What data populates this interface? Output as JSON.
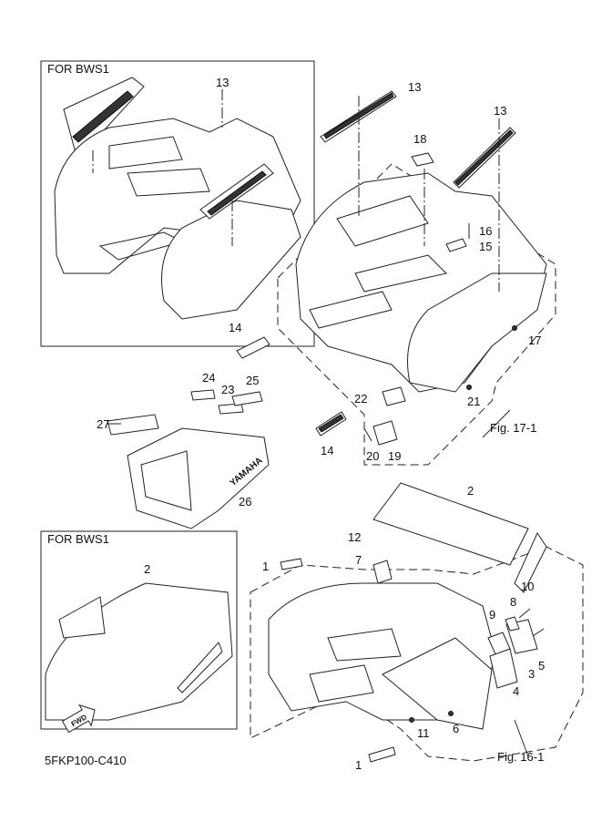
{
  "diagram": {
    "code": "5FKP100-C410",
    "inset_top": {
      "title": "FOR BWS1",
      "callouts": [
        "13"
      ]
    },
    "inset_bottom": {
      "title": "FOR BWS1",
      "callouts": [
        "2"
      ],
      "fwd_label": "FWD"
    },
    "fig_refs": [
      "Fig. 17-1",
      "Fig. 16-1"
    ],
    "callouts": {
      "c13a": "13",
      "c13b": "13",
      "c18": "18",
      "c16": "16",
      "c15": "15",
      "c17": "17",
      "c14a": "14",
      "c24": "24",
      "c23": "23",
      "c25": "25",
      "c27": "27",
      "c22": "22",
      "c21": "21",
      "c14b": "14",
      "c20": "20",
      "c19": "19",
      "c26": "26",
      "c2": "2",
      "c12": "12",
      "c7": "7",
      "c1a": "1",
      "c10": "10",
      "c8": "8",
      "c9": "9",
      "c5": "5",
      "c3": "3",
      "c4": "4",
      "c11": "11",
      "c6": "6",
      "c1b": "1"
    },
    "decal_text": "YAMAHA"
  }
}
